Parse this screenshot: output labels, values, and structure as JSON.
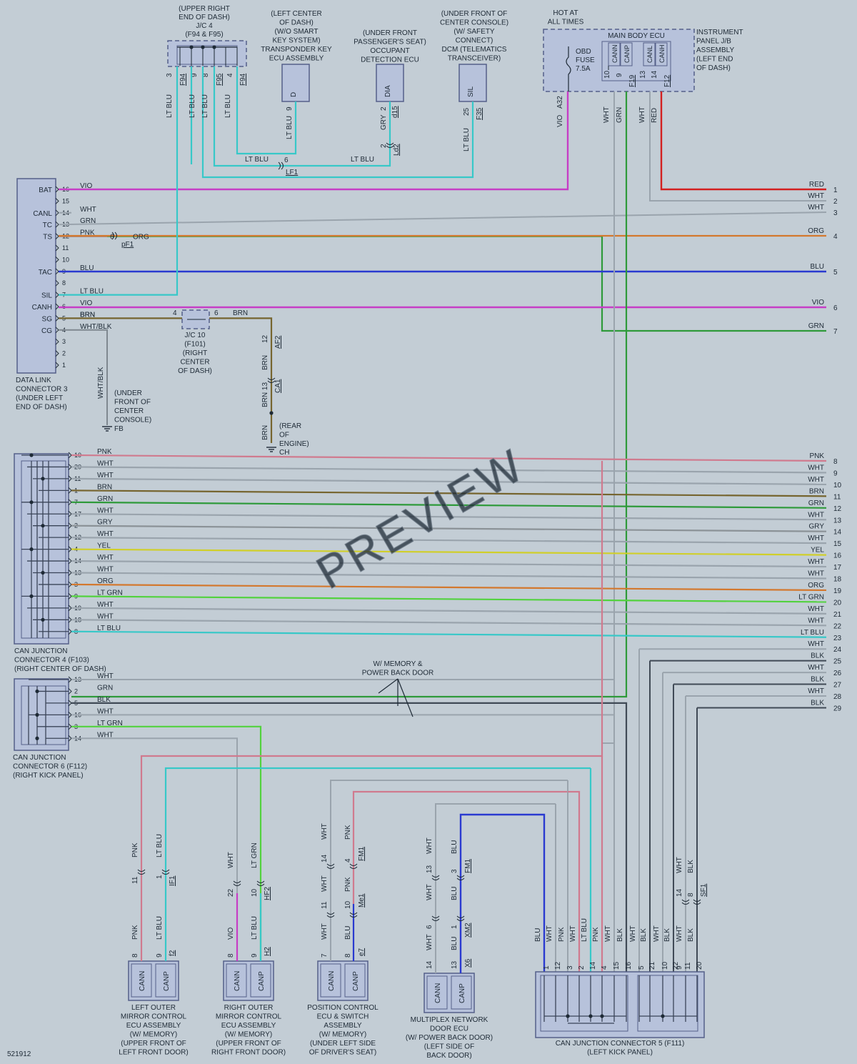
{
  "diagram_id": "521912",
  "watermark": "PREVIEW",
  "colors": {
    "VIO": "#c63ec6",
    "RED": "#d32020",
    "WHT": "#9aa4ad",
    "GRN": "#2e9a3a",
    "ORG": "#d3782e",
    "BLU": "#2a3ad0",
    "LT BLU": "#37c8c8",
    "BRN": "#76652f",
    "PNK": "#d07a8e",
    "GRY": "#8b9297",
    "YEL": "#d0cf2a",
    "LT GRN": "#52d23e",
    "BLK": "#404a56",
    "WHT/BLK": "#7f8890"
  },
  "top_components": {
    "jc4": {
      "lines": [
        "(UPPER RIGHT",
        "END OF DASH)",
        "J/C 4",
        "(F94 & F95)"
      ]
    },
    "key_ecu": {
      "lines": [
        "(LEFT CENTER",
        "OF DASH)",
        "(W/O SMART",
        "KEY SYSTEM)",
        "TRANSPONDER KEY",
        "ECU ASSEMBLY"
      ],
      "pin": "D"
    },
    "occupant_ecu": {
      "lines": [
        "(UNDER FRONT",
        "PASSENGER'S SEAT)",
        "OCCUPANT",
        "DETECTION ECU"
      ],
      "pin": "DIA"
    },
    "dcm": {
      "lines": [
        "(UNDER FRONT OF",
        "CENTER CONSOLE)",
        "(W/ SAFETY",
        "CONNECT)",
        "DCM (TELEMATICS",
        "TRANSCEIVER)"
      ],
      "pin": "SIL"
    },
    "hot": {
      "lines": [
        "HOT AT",
        "ALL TIMES"
      ]
    },
    "main_body_ecu": {
      "title": "MAIN BODY ECU",
      "fuse": [
        "OBD",
        "FUSE",
        "7.5A"
      ],
      "pins": [
        "CANN",
        "CANP",
        "CANL",
        "CANH"
      ]
    },
    "ipjb": {
      "lines": [
        "INSTRUMENT",
        "PANEL J/B",
        "ASSEMBLY",
        "(LEFT END",
        "OF DASH)"
      ]
    }
  },
  "dlc3": {
    "pins": [
      "BAT",
      "CANL",
      "TC",
      "TS",
      "TAC",
      "SIL",
      "CANH",
      "SG",
      "CG"
    ],
    "caption": [
      "DATA LINK",
      "CONNECTOR 3",
      "(UNDER LEFT",
      "END OF DASH)"
    ],
    "wires": [
      {
        "num": "16",
        "color": "VIO"
      },
      {
        "num": "15",
        "color": ""
      },
      {
        "num": "14",
        "color": "WHT"
      },
      {
        "num": "13",
        "color": "GRN"
      },
      {
        "num": "12",
        "color": "PNK"
      },
      {
        "num": "11",
        "color": ""
      },
      {
        "num": "10",
        "color": ""
      },
      {
        "num": "9",
        "color": "BLU"
      },
      {
        "num": "8",
        "color": ""
      },
      {
        "num": "7",
        "color": "LT BLU"
      },
      {
        "num": "6",
        "color": "VIO"
      },
      {
        "num": "5",
        "color": "BRN"
      },
      {
        "num": "4",
        "color": "WHT/BLK"
      },
      {
        "num": "3",
        "color": ""
      },
      {
        "num": "2",
        "color": ""
      },
      {
        "num": "1",
        "color": ""
      }
    ]
  },
  "jc10": {
    "lines": [
      "J/C 10",
      "(F101)",
      "(RIGHT",
      "CENTER",
      "OF DASH)"
    ]
  },
  "ground_fb": {
    "wire": "WHT/BLK",
    "lines": [
      "(UNDER",
      "FRONT OF",
      "CENTER",
      "CONSOLE)"
    ],
    "code": "FB"
  },
  "ground_ch": {
    "lines": [
      "(REAR",
      "OF",
      "ENGINE)"
    ],
    "code": "CH"
  },
  "right_terminals": [
    {
      "n": "1",
      "c": "RED"
    },
    {
      "n": "2",
      "c": "WHT"
    },
    {
      "n": "3",
      "c": "WHT"
    },
    {
      "n": "4",
      "c": "ORG"
    },
    {
      "n": "5",
      "c": "BLU"
    },
    {
      "n": "6",
      "c": "VIO"
    },
    {
      "n": "7",
      "c": "GRN"
    },
    {
      "n": "8",
      "c": "PNK"
    },
    {
      "n": "9",
      "c": "WHT"
    },
    {
      "n": "10",
      "c": "WHT"
    },
    {
      "n": "11",
      "c": "BRN"
    },
    {
      "n": "12",
      "c": "GRN"
    },
    {
      "n": "13",
      "c": "WHT"
    },
    {
      "n": "14",
      "c": "GRY"
    },
    {
      "n": "15",
      "c": "WHT"
    },
    {
      "n": "16",
      "c": "YEL"
    },
    {
      "n": "17",
      "c": "WHT"
    },
    {
      "n": "18",
      "c": "WHT"
    },
    {
      "n": "19",
      "c": "ORG"
    },
    {
      "n": "20",
      "c": "LT GRN"
    },
    {
      "n": "21",
      "c": "WHT"
    },
    {
      "n": "22",
      "c": "WHT"
    },
    {
      "n": "23",
      "c": "LT BLU"
    },
    {
      "n": "24",
      "c": "WHT"
    },
    {
      "n": "25",
      "c": "BLK"
    },
    {
      "n": "26",
      "c": "WHT"
    },
    {
      "n": "27",
      "c": "BLK"
    },
    {
      "n": "28",
      "c": "WHT"
    },
    {
      "n": "29",
      "c": "BLK"
    }
  ],
  "cj4": {
    "caption": [
      "CAN JUNCTION",
      "CONNECTOR 4 (F103)",
      "(RIGHT CENTER OF DASH)"
    ],
    "wires": [
      {
        "pin": "10",
        "color": "PNK"
      },
      {
        "pin": "20",
        "color": "WHT"
      },
      {
        "pin": "11",
        "color": "WHT"
      },
      {
        "pin": "1",
        "color": "BRN"
      },
      {
        "pin": "7",
        "color": "GRN"
      },
      {
        "pin": "17",
        "color": "WHT"
      },
      {
        "pin": "2",
        "color": "GRY"
      },
      {
        "pin": "12",
        "color": "WHT"
      },
      {
        "pin": "4",
        "color": "YEL"
      },
      {
        "pin": "14",
        "color": "WHT"
      },
      {
        "pin": "13",
        "color": "WHT"
      },
      {
        "pin": "3",
        "color": "ORG"
      },
      {
        "pin": "9",
        "color": "LT GRN"
      },
      {
        "pin": "19",
        "color": "WHT"
      },
      {
        "pin": "18",
        "color": "WHT"
      },
      {
        "pin": "8",
        "color": "LT BLU"
      }
    ]
  },
  "cj6": {
    "caption": [
      "CAN JUNCTION",
      "CONNECTOR 6 (F112)",
      "(RIGHT KICK PANEL)"
    ],
    "wires": [
      {
        "pin": "13",
        "color": "WHT"
      },
      {
        "pin": "2",
        "color": "GRN"
      },
      {
        "pin": "5",
        "color": "BLK"
      },
      {
        "pin": "16",
        "color": "WHT"
      },
      {
        "pin": "3",
        "color": "LT GRN"
      },
      {
        "pin": "14",
        "color": "WHT"
      }
    ]
  },
  "memory_note": [
    "W/ MEMORY &",
    "POWER BACK DOOR"
  ],
  "bottom_ecus": [
    {
      "lines": [
        "LEFT OUTER",
        "MIRROR CONTROL",
        "ECU ASSEMBLY",
        "(W/ MEMORY)",
        "(UPPER FRONT OF",
        "LEFT FRONT DOOR)"
      ]
    },
    {
      "lines": [
        "RIGHT OUTER",
        "MIRROR CONTROL",
        "ECU ASSEMBLY",
        "(W/ MEMORY)",
        "(UPPER FRONT OF",
        "RIGHT FRONT DOOR)"
      ]
    },
    {
      "lines": [
        "POSITION CONTROL",
        "ECU & SWITCH",
        "ASSEMBLY",
        "(W/ MEMORY)",
        "(UNDER LEFT SIDE",
        "OF DRIVER'S SEAT)"
      ]
    },
    {
      "lines": [
        "MULTIPLEX NETWORK",
        "DOOR ECU",
        "(W/ POWER BACK DOOR)",
        "(LEFT SIDE OF",
        "BACK DOOR)"
      ]
    }
  ],
  "cj5": {
    "caption": [
      "CAN JUNCTION CONNECTOR 5 (F111)",
      "(LEFT KICK PANEL)"
    ]
  },
  "wire_labels": {
    "lt_blu": "LT BLU",
    "wht": "WHT",
    "grn": "GRN",
    "red": "RED",
    "vio": "VIO",
    "gry": "GRY",
    "brn": "BRN",
    "org": "ORG",
    "pnk": "PNK",
    "blu": "BLU",
    "blk": "BLK",
    "lt_grn": "LT GRN"
  },
  "connector_codes": [
    "F94",
    "F95",
    "F19",
    "F12",
    "A32",
    "d15",
    "Ld2",
    "LF1",
    "F35",
    "pF1",
    "AF2",
    "CA1",
    "IF1",
    "HF2",
    "f2",
    "H2",
    "FM1",
    "Me1",
    "e7",
    "XM2",
    "X6",
    "SF1",
    "CANN",
    "CANP"
  ],
  "pins": {
    "p1": "1",
    "p2": "2",
    "p3": "3",
    "p4": "4",
    "p5": "5",
    "p6": "6",
    "p7": "7",
    "p8": "8",
    "p9": "9",
    "p10": "10",
    "p11": "11",
    "p12": "12",
    "p13": "13",
    "p14": "14",
    "p15": "15",
    "p16": "16",
    "p20": "20",
    "p21": "21",
    "p22": "22",
    "p25": "25"
  }
}
